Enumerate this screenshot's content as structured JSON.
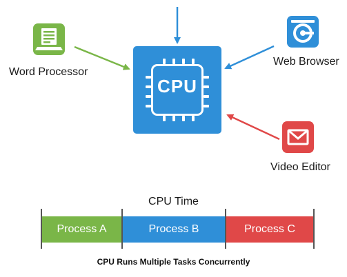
{
  "cpu": {
    "label": "CPU"
  },
  "apps": {
    "word_processor": {
      "label": "Word Processor",
      "color": "#7ab648",
      "icon": "document-laptop-icon"
    },
    "web_browser": {
      "label": "Web Browser",
      "color": "#2f8fd8",
      "icon": "browser-globe-icon"
    },
    "video_editor": {
      "label": "Video Editor",
      "color": "#e04848",
      "icon": "envelope-icon"
    }
  },
  "timeline": {
    "title": "CPU Time",
    "segments": [
      {
        "label": "Process A",
        "color": "#7ab648"
      },
      {
        "label": "Process B",
        "color": "#2f8fd8"
      },
      {
        "label": "Process C",
        "color": "#e04848"
      }
    ]
  },
  "caption": "CPU Runs Multiple Tasks Concurrently"
}
